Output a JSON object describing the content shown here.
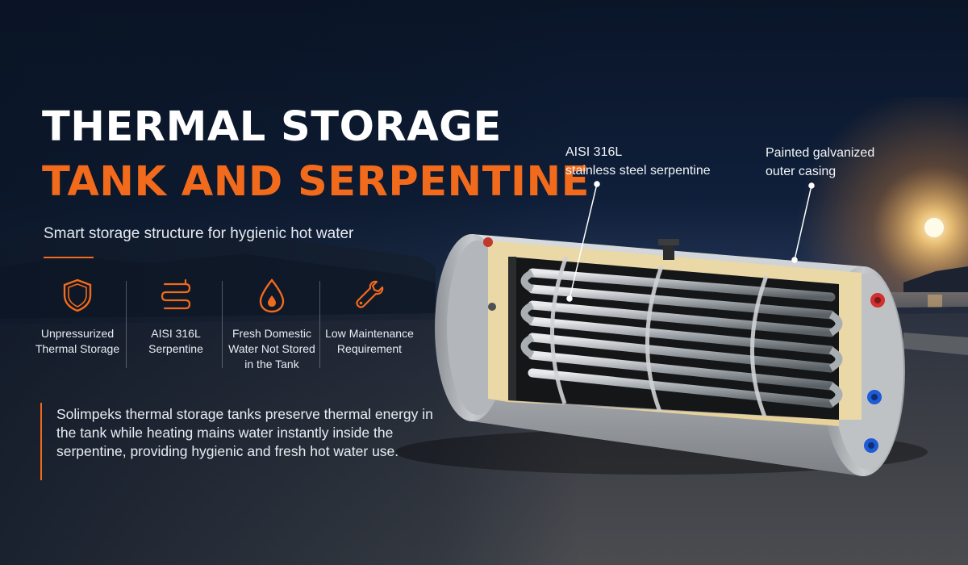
{
  "title": {
    "line1": "THERMAL STORAGE",
    "line2": "TANK AND SERPENTINE"
  },
  "subtitle": "Smart storage structure for hygienic hot water",
  "features": [
    {
      "icon": "shield-icon",
      "label": "Unpressurized\nThermal Storage"
    },
    {
      "icon": "serpentine-coil-icon",
      "label": "AISI 316L\nSerpentine"
    },
    {
      "icon": "water-drop-icon",
      "label": "Fresh Domestic\nWater Not Stored\nin the Tank"
    },
    {
      "icon": "wrench-icon",
      "label": "Low Maintenance\nRequirement"
    }
  ],
  "description": "Solimpeks thermal storage tanks preserve thermal energy in the tank while heating mains water instantly inside the serpentine, providing hygienic and fresh hot water use.",
  "callouts": {
    "serpentine": "AISI 316L\nstainless steel serpentine",
    "casing": "Painted galvanized\nouter casing"
  },
  "colors": {
    "accent": "#f26a1b",
    "text": "#ffffff",
    "background_top": "#0a1528",
    "background_bottom": "#2a2e35"
  }
}
